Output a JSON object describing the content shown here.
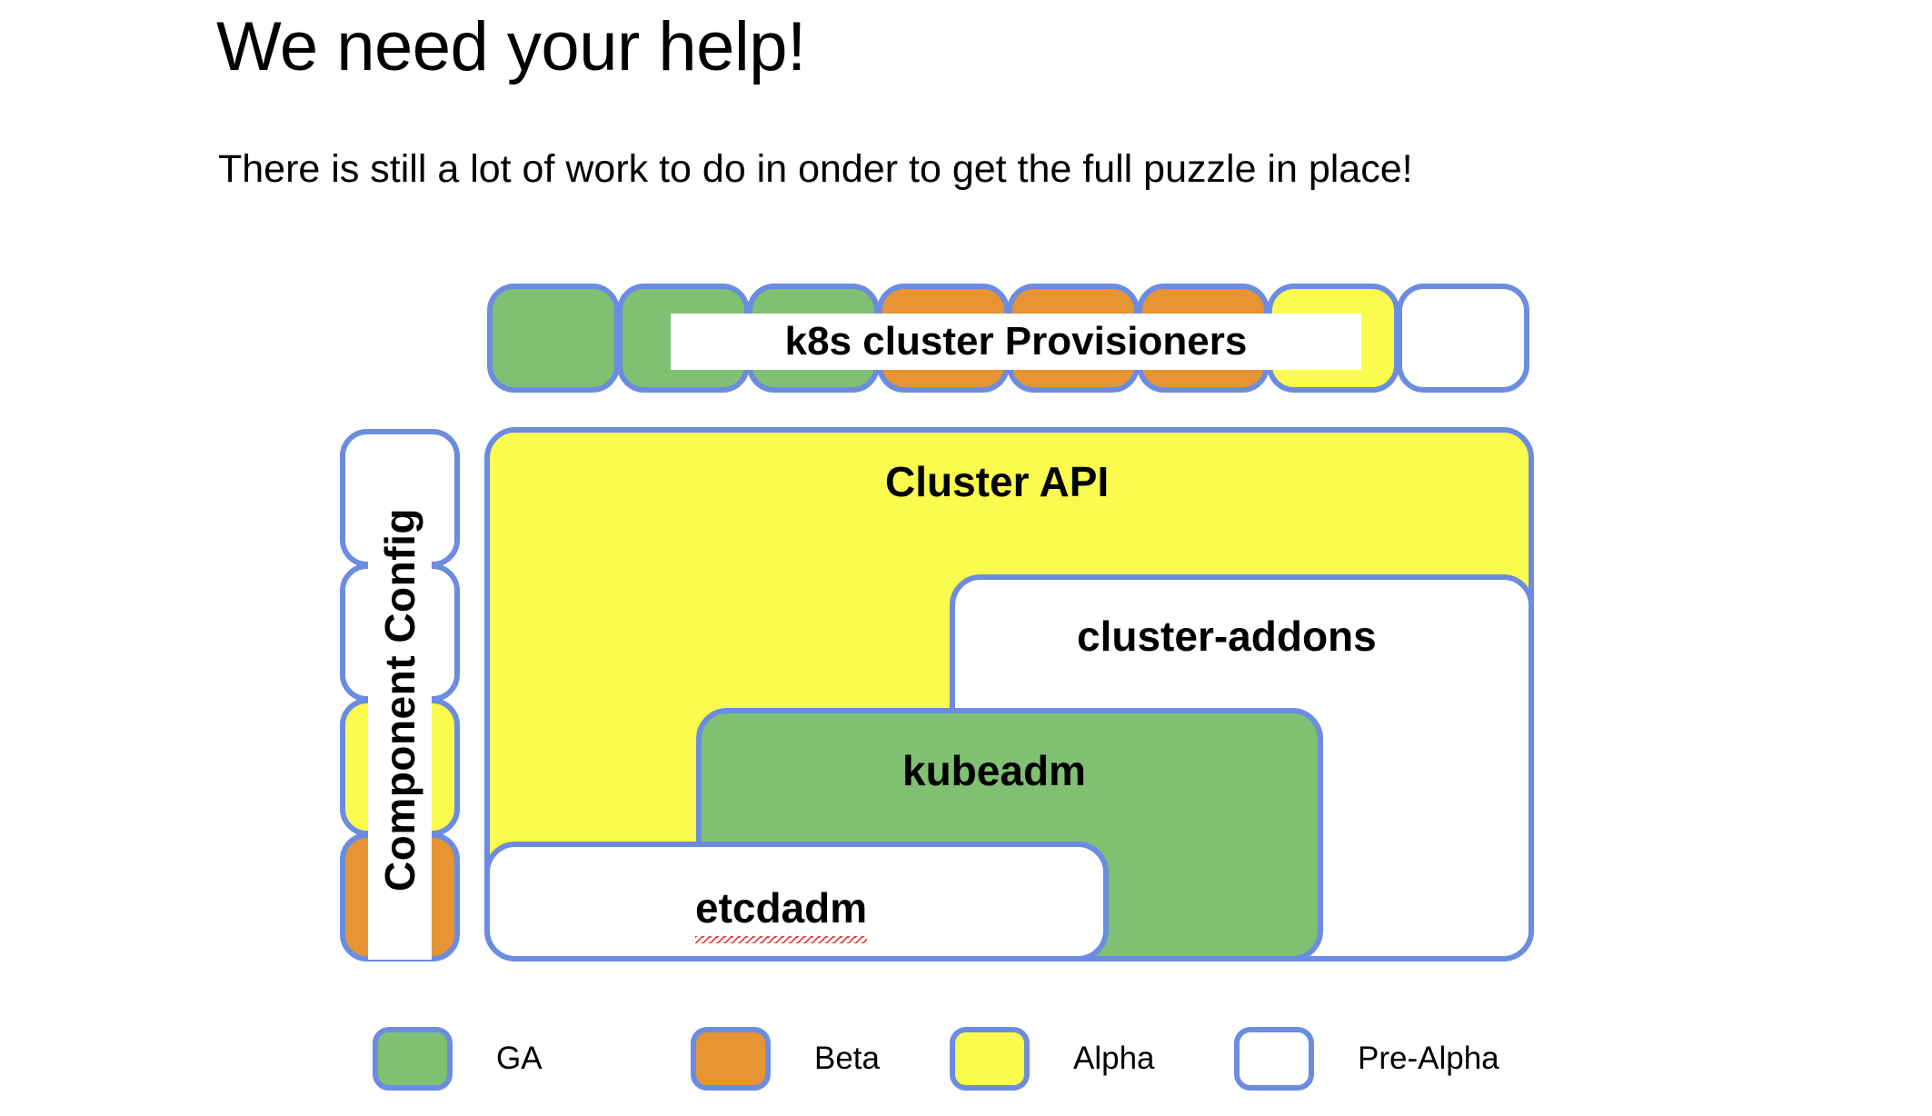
{
  "slide": {
    "title": "We need your help!",
    "subtitle": "There is still a lot of work to do in onder to get the full puzzle in place!"
  },
  "provisioners": {
    "label": "k8s cluster Provisioners",
    "tiles": [
      {
        "status": "GA",
        "color": "#7fc073"
      },
      {
        "status": "GA",
        "color": "#7fc073"
      },
      {
        "status": "GA",
        "color": "#7fc073"
      },
      {
        "status": "Beta",
        "color": "#e79434"
      },
      {
        "status": "Beta",
        "color": "#e79434"
      },
      {
        "status": "Beta",
        "color": "#e79434"
      },
      {
        "status": "Alpha",
        "color": "#fbfb4f"
      },
      {
        "status": "Pre-Alpha",
        "color": "#ffffff"
      }
    ]
  },
  "component_config": {
    "label": "Component Config",
    "tiles": [
      {
        "status": "Pre-Alpha",
        "color": "#ffffff"
      },
      {
        "status": "Pre-Alpha",
        "color": "#ffffff"
      },
      {
        "status": "Alpha",
        "color": "#fbfb4f"
      },
      {
        "status": "Beta",
        "color": "#e79434"
      }
    ]
  },
  "stack": [
    {
      "label": "Cluster API",
      "status": "Alpha",
      "color": "#fbfb4f"
    },
    {
      "label": "cluster-addons",
      "status": "Pre-Alpha",
      "color": "#ffffff"
    },
    {
      "label": "kubeadm",
      "status": "GA",
      "color": "#7fc073"
    },
    {
      "label": "etcdadm",
      "status": "Pre-Alpha",
      "color": "#ffffff",
      "spellcheck_underline": true
    }
  ],
  "legend": {
    "items": [
      {
        "label": "GA",
        "color": "#7fc073"
      },
      {
        "label": "Beta",
        "color": "#e79434"
      },
      {
        "label": "Alpha",
        "color": "#fbfb4f"
      },
      {
        "label": "Pre-Alpha",
        "color": "#ffffff"
      }
    ]
  },
  "theme": {
    "border": "#6b8ce0",
    "background": "#ffffff",
    "text": "#000000",
    "spellcheck": "#e03a3a"
  }
}
